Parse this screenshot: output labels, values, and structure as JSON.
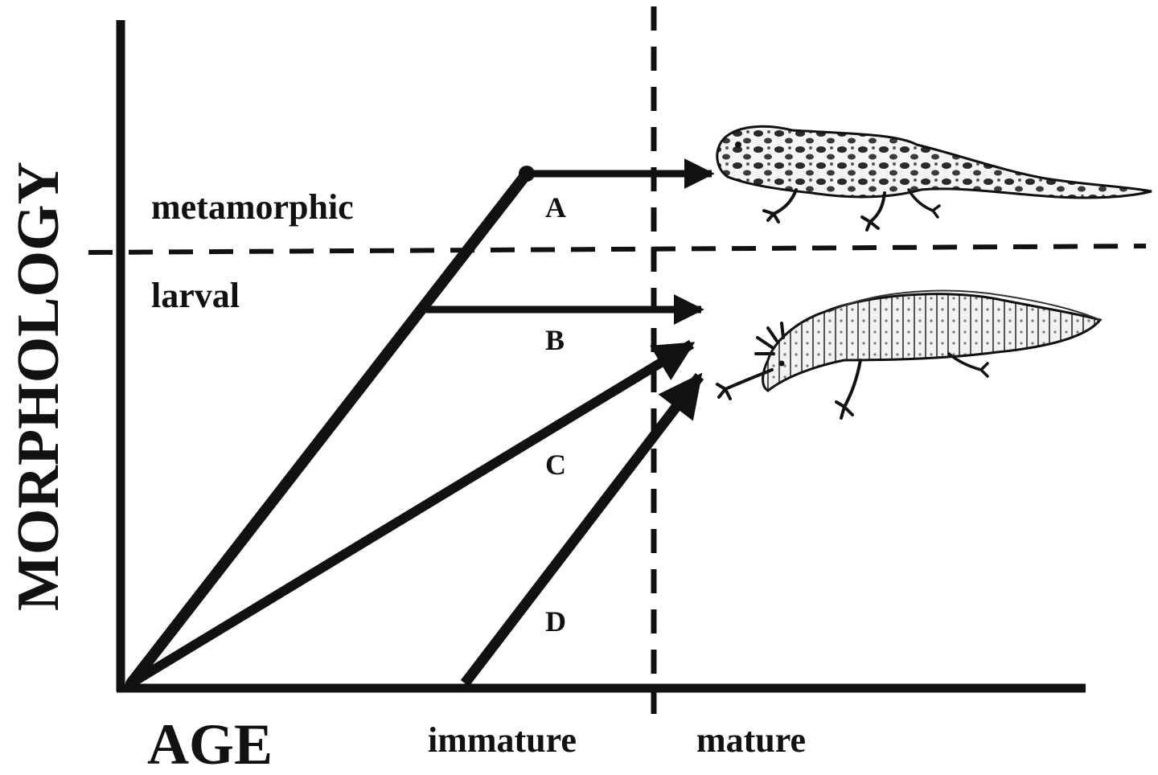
{
  "axes": {
    "y_label": "MORPHOLOGY",
    "x_label": "AGE"
  },
  "zones": {
    "upper": "metamorphic",
    "lower": "larval",
    "left": "immature",
    "right": "mature"
  },
  "trajectories": [
    {
      "id": "A",
      "label": "A"
    },
    {
      "id": "B",
      "label": "B"
    },
    {
      "id": "C",
      "label": "C"
    },
    {
      "id": "D",
      "label": "D"
    }
  ],
  "illustrations": {
    "adult": "metamorphosed-salamander",
    "larva": "paedomorphic-axolotl"
  },
  "colors": {
    "ink": "#111111",
    "background": "#ffffff"
  }
}
